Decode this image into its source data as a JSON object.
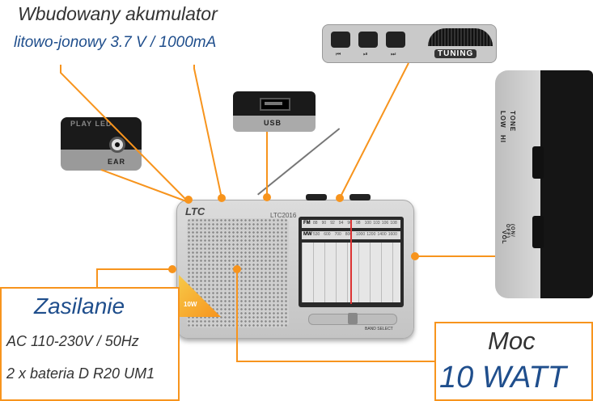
{
  "battery": {
    "line1": "Wbudowany akumulator",
    "line2": "litowo-jonowy 3.7 V / 1000mA"
  },
  "power": {
    "title": "Zasilanie",
    "line1": "AC 110-230V / 50Hz",
    "line2": "2 x bateria D R20 UM1"
  },
  "output": {
    "title": "Moc",
    "value": "10 WATT"
  },
  "insets": {
    "play_led": "PLAY LED",
    "ear": "EAR",
    "usb": "USB",
    "tuning": "TUNING",
    "vol": "VOL",
    "on_off": "(ON/ OFF)",
    "hi": "HI",
    "low": "LOW",
    "tone": "TONE"
  },
  "radio": {
    "brand": "LTC",
    "model": "LTC2016",
    "band_select": "BAND SELECT",
    "fm": "FM",
    "mw": "MW",
    "badge": "10W",
    "dial_fm": [
      "88",
      "90",
      "92",
      "94",
      "96",
      "98",
      "100",
      "103",
      "106",
      "108"
    ],
    "dial_mw": [
      "530",
      "600",
      "700",
      "800",
      "1000",
      "1200",
      "1400",
      "1600"
    ]
  },
  "colors": {
    "accent": "#f7941d",
    "blue_text": "#1f4e8c"
  }
}
